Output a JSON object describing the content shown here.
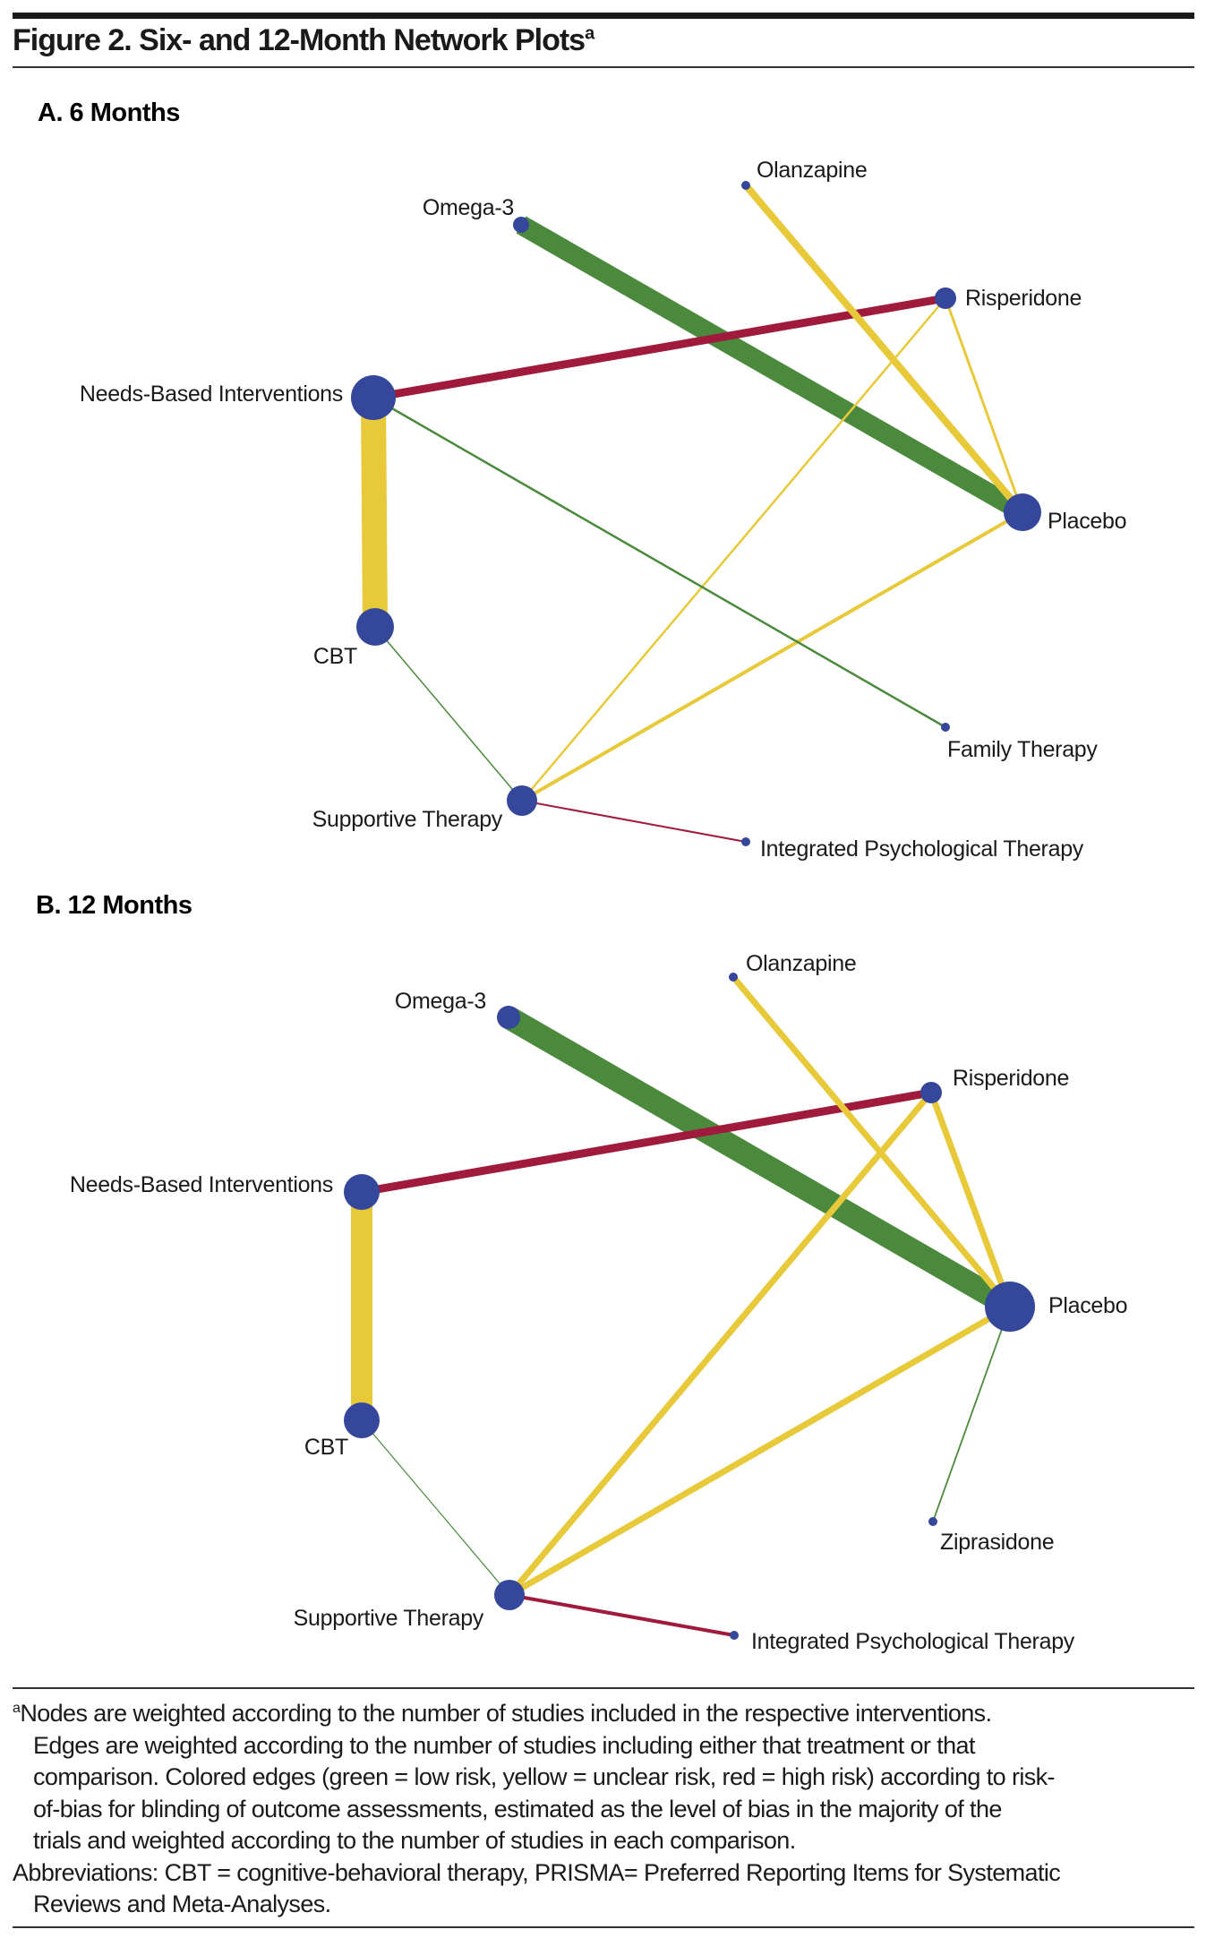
{
  "figure": {
    "title": "Figure 2. Six- and 12-Month Network Plots",
    "title_sup": "a"
  },
  "colors": {
    "node": "#34479a",
    "low_risk": "#4b8a3c",
    "unclear_risk": "#e8c93a",
    "high_risk": "#a01a3c"
  },
  "panels": [
    {
      "heading": "A. 6 Months",
      "nodes": [
        "Olanzapine",
        "Omega-3",
        "Risperidone",
        "Needs-Based Interventions",
        "Placebo",
        "CBT",
        "Family Therapy",
        "Supportive Therapy",
        "Integrated Psychological Therapy"
      ],
      "edges": [
        {
          "from": "Omega-3",
          "to": "Placebo",
          "risk": "low"
        },
        {
          "from": "Needs-Based Interventions",
          "to": "Risperidone",
          "risk": "high"
        },
        {
          "from": "Needs-Based Interventions",
          "to": "CBT",
          "risk": "unclear"
        },
        {
          "from": "Olanzapine",
          "to": "Placebo",
          "risk": "unclear"
        },
        {
          "from": "Risperidone",
          "to": "Placebo",
          "risk": "unclear"
        },
        {
          "from": "Risperidone",
          "to": "Supportive Therapy",
          "risk": "unclear"
        },
        {
          "from": "Placebo",
          "to": "Supportive Therapy",
          "risk": "unclear"
        },
        {
          "from": "Needs-Based Interventions",
          "to": "Family Therapy",
          "risk": "low"
        },
        {
          "from": "CBT",
          "to": "Supportive Therapy",
          "risk": "low"
        },
        {
          "from": "Supportive Therapy",
          "to": "Integrated Psychological Therapy",
          "risk": "high"
        }
      ]
    },
    {
      "heading": "B. 12 Months",
      "nodes": [
        "Olanzapine",
        "Omega-3",
        "Risperidone",
        "Needs-Based Interventions",
        "Placebo",
        "CBT",
        "Ziprasidone",
        "Supportive Therapy",
        "Integrated Psychological Therapy"
      ],
      "edges": [
        {
          "from": "Omega-3",
          "to": "Placebo",
          "risk": "low"
        },
        {
          "from": "Needs-Based Interventions",
          "to": "Risperidone",
          "risk": "high"
        },
        {
          "from": "Needs-Based Interventions",
          "to": "CBT",
          "risk": "unclear"
        },
        {
          "from": "Olanzapine",
          "to": "Placebo",
          "risk": "unclear"
        },
        {
          "from": "Risperidone",
          "to": "Placebo",
          "risk": "unclear"
        },
        {
          "from": "Risperidone",
          "to": "Supportive Therapy",
          "risk": "unclear"
        },
        {
          "from": "Placebo",
          "to": "Supportive Therapy",
          "risk": "unclear"
        },
        {
          "from": "Placebo",
          "to": "Ziprasidone",
          "risk": "low"
        },
        {
          "from": "CBT",
          "to": "Supportive Therapy",
          "risk": "low"
        },
        {
          "from": "Supportive Therapy",
          "to": "Integrated Psychological Therapy",
          "risk": "high"
        }
      ]
    }
  ],
  "footnote": {
    "marker": "a",
    "lines": [
      "Nodes are weighted according to the number of studies included in the respective interventions.",
      "Edges are weighted according to the number of studies including either that treatment or that",
      "comparison. Colored edges (green = low risk, yellow = unclear risk, red = high risk) according to risk-",
      "of-bias for blinding of outcome assessments, estimated as the level of bias in the majority of the",
      "trials and weighted according to the number of studies in each comparison."
    ],
    "abbrev_lines": [
      "Abbreviations: CBT = cognitive-behavioral therapy, PRISMA= Preferred Reporting Items for Systematic",
      "Reviews and Meta-Analyses."
    ]
  }
}
